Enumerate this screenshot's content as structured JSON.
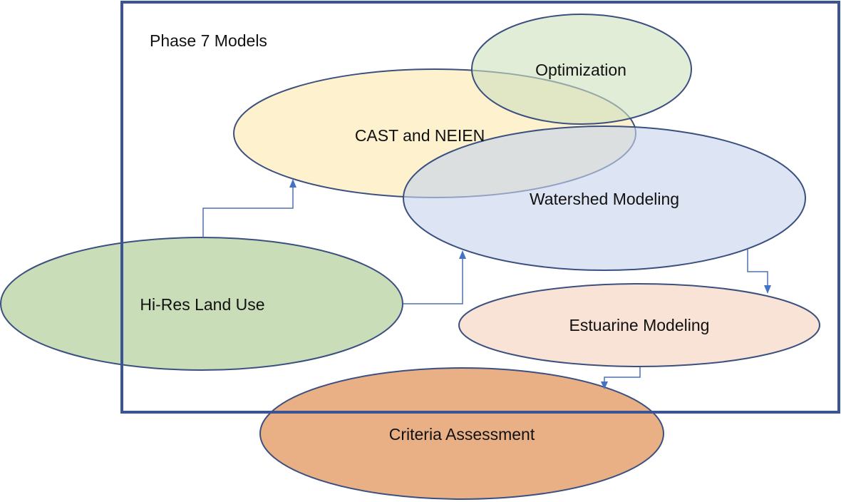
{
  "diagram": {
    "frame": {
      "title": "Phase 7 Models",
      "stroke_color": "#3b5594"
    },
    "nodes": {
      "optimization": {
        "label": "Optimization",
        "fill": "#d9e8cf"
      },
      "cast": {
        "label": "CAST and NEIEN",
        "fill": "#fdefc6"
      },
      "watershed": {
        "label": "Watershed Modeling",
        "fill": "#d3dcef"
      },
      "landuse": {
        "label": "Hi-Res Land Use",
        "fill": "#c9ddb8"
      },
      "estuarine": {
        "label": "Estuarine Modeling",
        "fill": "#f8e3d6"
      },
      "criteria": {
        "label": "Criteria Assessment",
        "fill": "#e9b086"
      }
    },
    "edges": [
      {
        "from": "Hi-Res Land Use",
        "to": "CAST and NEIEN"
      },
      {
        "from": "Hi-Res Land Use",
        "to": "Watershed Modeling"
      },
      {
        "from": "Watershed Modeling",
        "to": "Estuarine Modeling"
      },
      {
        "from": "Estuarine Modeling",
        "to": "Criteria Assessment"
      }
    ]
  }
}
